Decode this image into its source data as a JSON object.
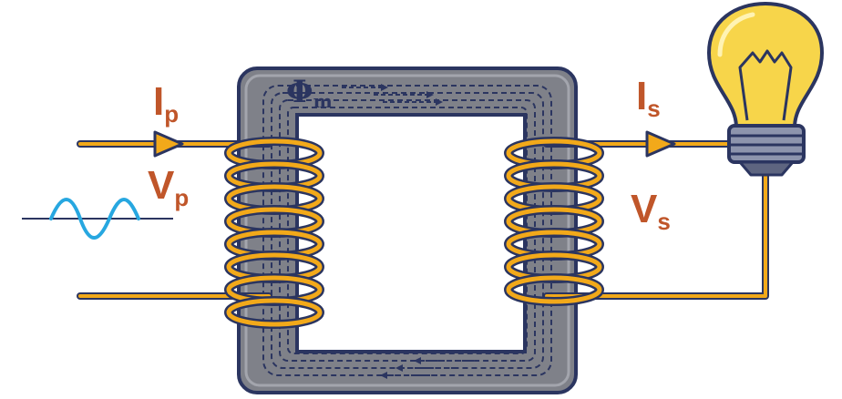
{
  "labels": {
    "primary_current": {
      "main": "I",
      "sub": "p"
    },
    "primary_voltage": {
      "main": "V",
      "sub": "p"
    },
    "secondary_current": {
      "main": "I",
      "sub": "s"
    },
    "secondary_voltage": {
      "main": "V",
      "sub": "s"
    },
    "magnetic_flux": {
      "main": "Φ",
      "sub": "m"
    }
  },
  "colors": {
    "label": "#c0562a",
    "wire": "#f2a91a",
    "outline": "#2b3560",
    "core": "#7f8189",
    "core_light": "#a3a5ad",
    "sine_wave": "#27a7e0",
    "bulb_glass": "#f7d54a",
    "bulb_base": "#8d94ad"
  },
  "icons": {
    "ac_source": "sine-wave-icon",
    "load": "light-bulb-icon"
  }
}
